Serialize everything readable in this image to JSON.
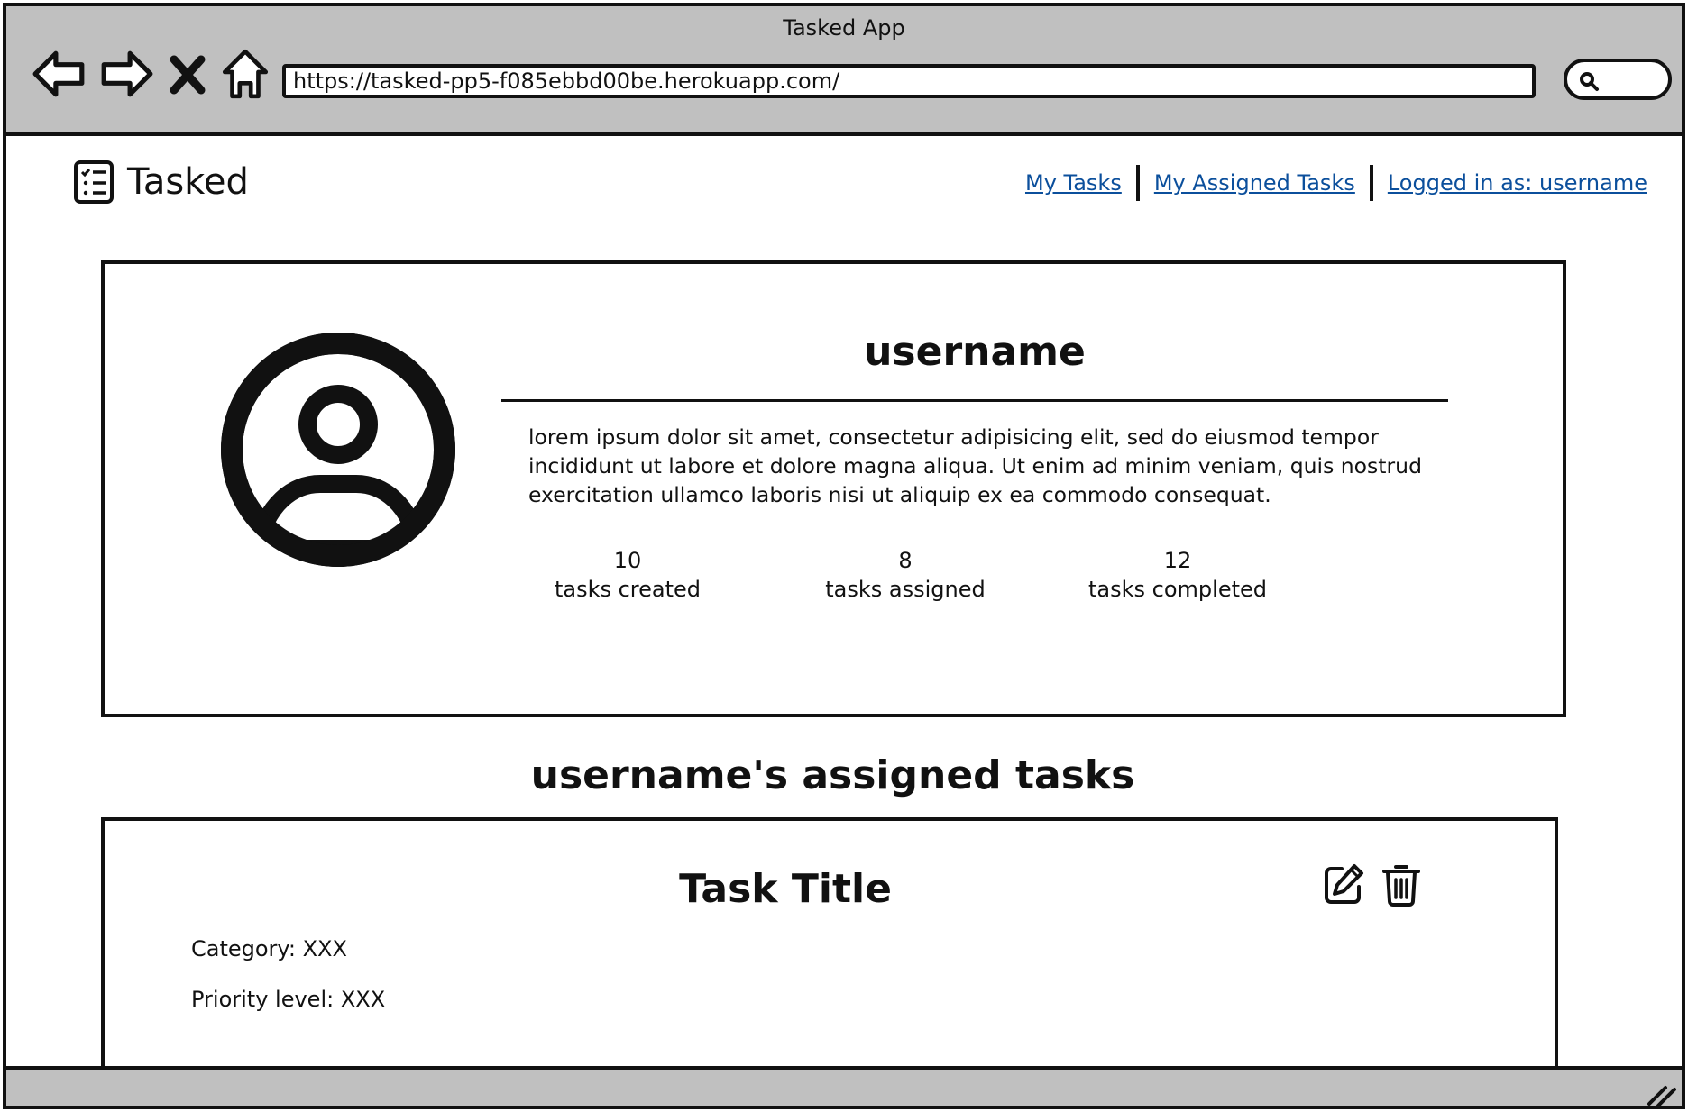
{
  "window": {
    "title": "Tasked App"
  },
  "browser": {
    "url": "https://tasked-pp5-f085ebbd00be.herokuapp.com/",
    "buttons": {
      "back": "back-icon",
      "forward": "forward-icon",
      "stop": "close-icon",
      "home": "home-icon"
    },
    "search_icon": "search-icon"
  },
  "brand": {
    "name": "Tasked",
    "icon": "checklist-icon"
  },
  "nav": {
    "items": [
      {
        "label": "My Tasks"
      },
      {
        "label": "My Assigned Tasks"
      },
      {
        "label": "Logged in as: username"
      }
    ]
  },
  "profile": {
    "username": "username",
    "avatar_icon": "user-circle-icon",
    "bio_lines": [
      "lorem ipsum dolor sit amet, consectetur adipisicing elit, sed do eiusmod tempor",
      "incididunt ut labore et dolore magna aliqua. Ut enim ad minim veniam, quis nostrud",
      "exercitation ullamco laboris nisi ut aliquip ex ea commodo consequat."
    ],
    "stats": [
      {
        "value": "10",
        "label": "tasks created"
      },
      {
        "value": "8",
        "label": "tasks assigned"
      },
      {
        "value": "12",
        "label": "tasks completed"
      }
    ]
  },
  "assigned_section": {
    "heading": "username's assigned tasks"
  },
  "tasks": [
    {
      "title": "Task Title",
      "category": "Category: XXX",
      "priority": "Priority level: XXX",
      "actions": {
        "edit_icon": "edit-icon",
        "delete_icon": "trash-icon"
      }
    }
  ],
  "colors": {
    "chrome": "#c0c0c0",
    "link": "#0b4f9c",
    "ink": "#111111"
  }
}
